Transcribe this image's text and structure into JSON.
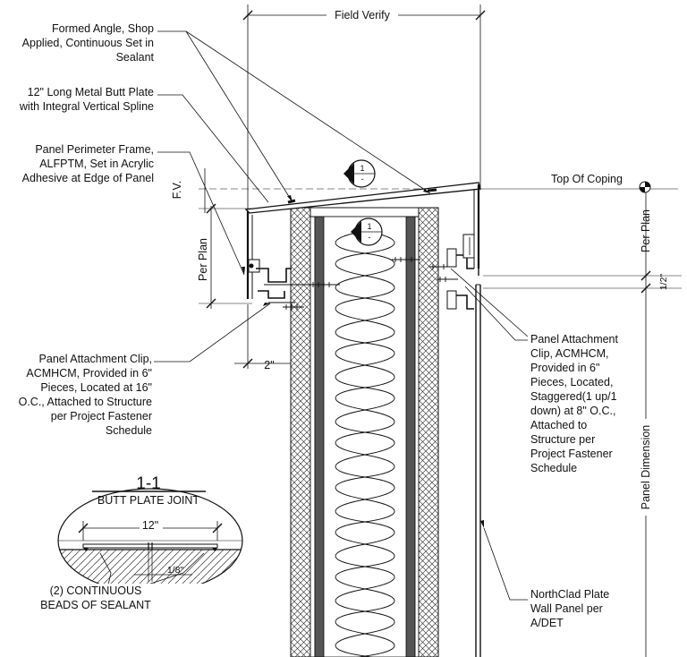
{
  "dimensions": {
    "field_verify": "Field Verify",
    "fv": "F.V.",
    "per_plan_left": "Per Plan",
    "per_plan_right": "Per Plan",
    "two_inch": "2\"",
    "half_inch": "1/2\"",
    "panel_dimension": "Panel Dimension",
    "top_of_coping": "Top Of Coping"
  },
  "callouts": {
    "formed_angle": [
      "Formed Angle, Shop",
      "Applied, Continuous Set in",
      "Sealant"
    ],
    "butt_plate": [
      "12\" Long Metal Butt Plate",
      "with Integral Vertical Spline"
    ],
    "perimeter_frame": [
      "Panel Perimeter Frame,",
      "ALFPTM, Set in Acrylic",
      "Adhesive at Edge of Panel"
    ],
    "clip_left": [
      "Panel Attachment Clip,",
      "ACMHCM, Provided in 6\"",
      "Pieces, Located at 16\"",
      "O.C., Attached to Structure",
      "per Project Fastener",
      "Schedule"
    ],
    "clip_right": [
      "Panel Attachment",
      "Clip, ACMHCM,",
      "Provided in 6\"",
      "Pieces, Located,",
      "Staggered(1 up/1",
      "down) at 8\" O.C.,",
      "Attached to",
      "Structure per",
      "Project Fastener",
      "Schedule"
    ],
    "northclad": [
      "NorthClad Plate",
      "Wall Panel per",
      "A/DET"
    ]
  },
  "section_markers": [
    {
      "top": "1",
      "bottom": "-"
    },
    {
      "top": "1",
      "bottom": "-"
    }
  ],
  "detail_1_1": {
    "number": "1-1",
    "title": "BUTT PLATE JOINT",
    "width_dim": "12\"",
    "gap_dim": "1/8\"",
    "note": [
      "(2) CONTINUOUS",
      "BEADS OF SEALANT"
    ]
  }
}
